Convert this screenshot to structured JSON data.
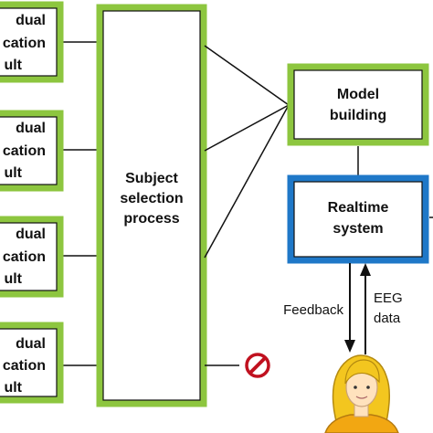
{
  "diagram": {
    "colors": {
      "green_border": "#8dc63f",
      "blue_border": "#1f78c8",
      "line": "#111111",
      "forbidden": "#c0111f"
    },
    "left_boxes": [
      {
        "lines": [
          "dual",
          "cation",
          "ult"
        ]
      },
      {
        "lines": [
          "dual",
          "cation",
          "ult"
        ]
      },
      {
        "lines": [
          "dual",
          "cation",
          "ult"
        ]
      },
      {
        "lines": [
          "dual",
          "cation",
          "ult"
        ]
      }
    ],
    "subject_selection": {
      "lines": [
        "Subject",
        "selection",
        "process"
      ]
    },
    "model_building": {
      "lines": [
        "Model",
        "building"
      ]
    },
    "realtime_system": {
      "lines": [
        "Realtime",
        "system"
      ]
    },
    "feedback_label": "Feedback",
    "eeg_label": {
      "lines": [
        "EEG",
        "data"
      ]
    },
    "icons": {
      "forbidden": "no-entry-icon",
      "user": "user-avatar-icon"
    }
  }
}
